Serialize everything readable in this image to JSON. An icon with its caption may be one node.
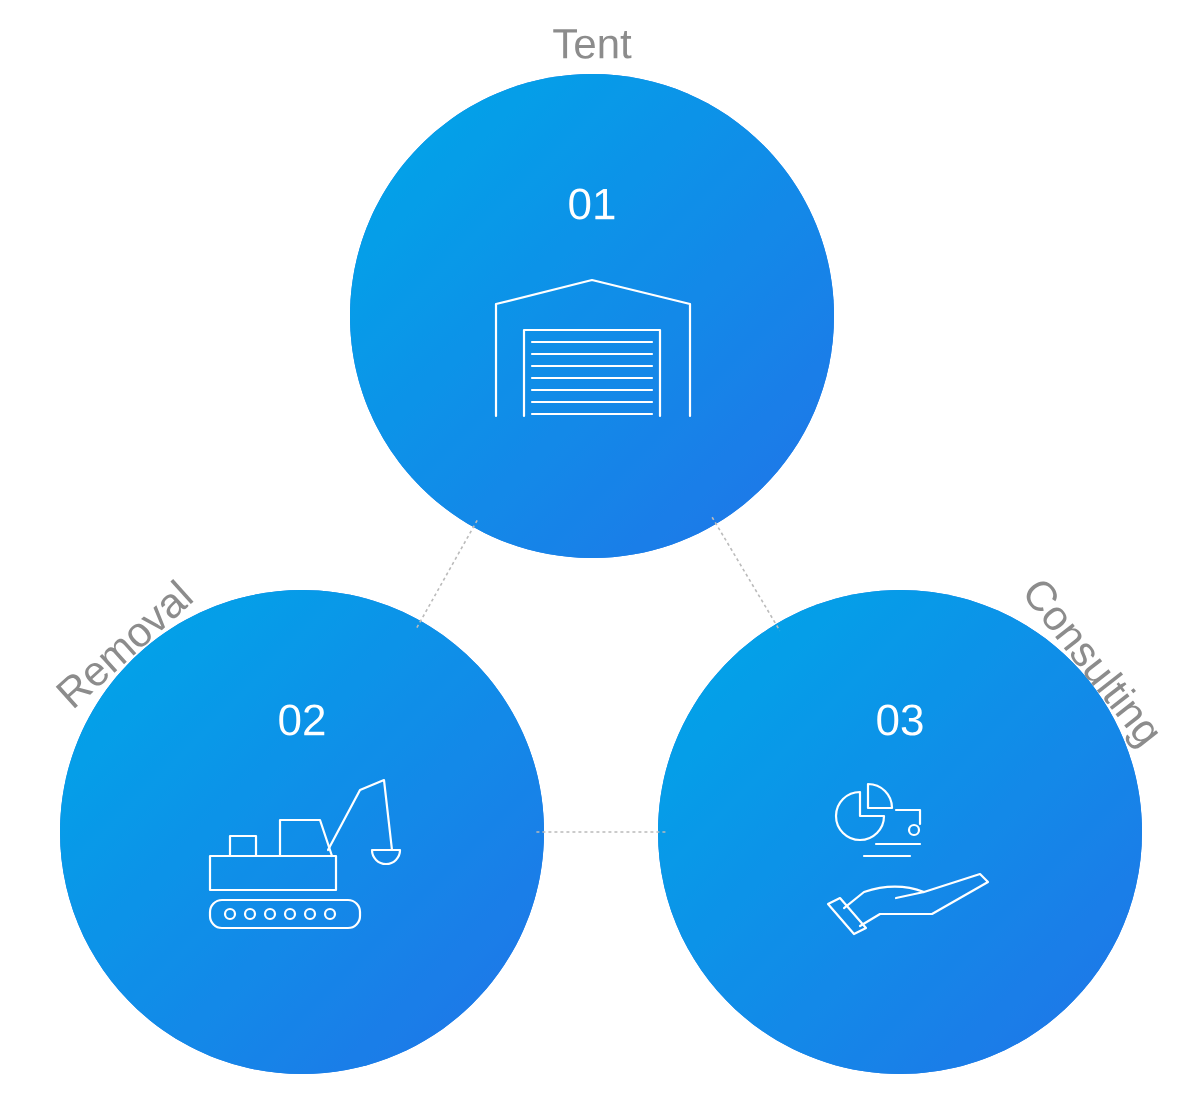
{
  "diagram": {
    "nodes": [
      {
        "text": [
          "Tent",
          "01"
        ]
      },
      {
        "text": [
          "Removal",
          "02"
        ]
      },
      {
        "text": [
          "Consulting",
          "03"
        ]
      }
    ],
    "edges": [
      {
        "from": 0,
        "to": 1,
        "arrow": "none",
        "style": "dashed"
      },
      {
        "from": 0,
        "to": 2,
        "arrow": "none",
        "style": "dashed"
      },
      {
        "from": 1,
        "to": 2,
        "arrow": "none",
        "style": "dashed"
      }
    ]
  }
}
